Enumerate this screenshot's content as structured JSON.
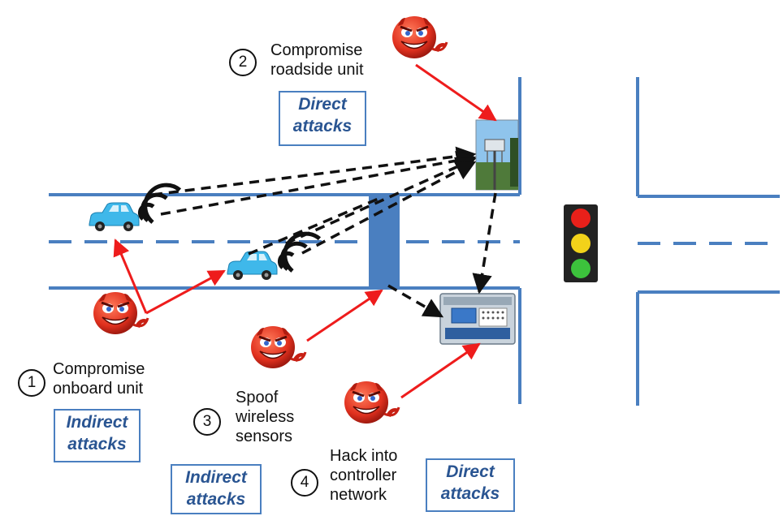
{
  "scenarios": [
    {
      "number": "1",
      "line1": "Compromise",
      "line2": "onboard unit",
      "attack_line1": "Indirect",
      "attack_line2": "attacks"
    },
    {
      "number": "2",
      "line1": "Compromise",
      "line2": "roadside unit",
      "attack_line1": "Direct",
      "attack_line2": "attacks"
    },
    {
      "number": "3",
      "line1": "Spoof",
      "line2": "wireless",
      "line3": "sensors",
      "attack_line1": "Indirect",
      "attack_line2": "attacks"
    },
    {
      "number": "4",
      "line1": "Hack into",
      "line2": "controller",
      "line3": "network",
      "attack_line1": "Direct",
      "attack_line2": "attacks"
    }
  ],
  "colors": {
    "road_line": "#4a7fc0",
    "attack_arrow": "#ee1c1c",
    "comm_link": "#111111",
    "car": "#3fb8ea",
    "devil": "#e0301e",
    "attack_box_text": "#2a5592"
  },
  "icons": [
    "devil-icon",
    "car-icon",
    "wireless-signal-icon",
    "roadside-unit-icon",
    "controller-cabinet-icon",
    "traffic-light-icon",
    "sensor-post-icon"
  ]
}
